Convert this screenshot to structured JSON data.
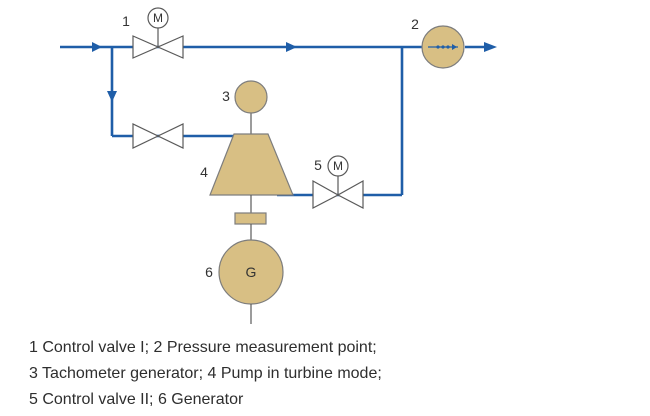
{
  "labels": {
    "n1": "1",
    "n2": "2",
    "n3": "3",
    "n4": "4",
    "n5": "5",
    "n6": "6"
  },
  "motor_symbol": "M",
  "generator_symbol": "G",
  "legend": [
    "1 Control valve I;  2 Pressure measurement point;",
    "3 Tachometer generator;  4 Pump in turbine mode;",
    "5 Control valve II; 6 Generator"
  ],
  "colors": {
    "pipe": "#1f5ea8",
    "component_fill": "#d8bf84",
    "outline": "#5a5a5a"
  }
}
